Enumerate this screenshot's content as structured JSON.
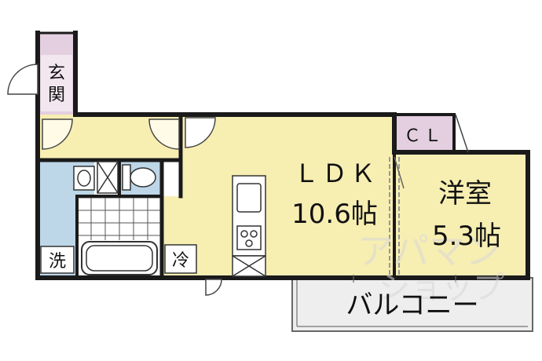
{
  "floorplan": {
    "rooms": {
      "genkan": {
        "label_line1": "玄",
        "label_line2": "関"
      },
      "ldk": {
        "label": "ＬＤＫ",
        "size": "10.6帖"
      },
      "yoshitsu": {
        "label": "洋室",
        "size": "5.3帖"
      },
      "closet": {
        "label": "ＣＬ"
      },
      "laundry": {
        "label": "洗"
      },
      "fridge": {
        "label": "冷"
      },
      "balcony": {
        "label": "バルコニー"
      }
    },
    "watermark": {
      "line1": "アパマン",
      "line2": "ショップ"
    },
    "colors": {
      "wall": "#1a1a1a",
      "floor_wood": "#f7eeb2",
      "wet_area": "#bdd6e8",
      "closet": "#e3cfe0",
      "balcony": "#eeeeee"
    }
  }
}
